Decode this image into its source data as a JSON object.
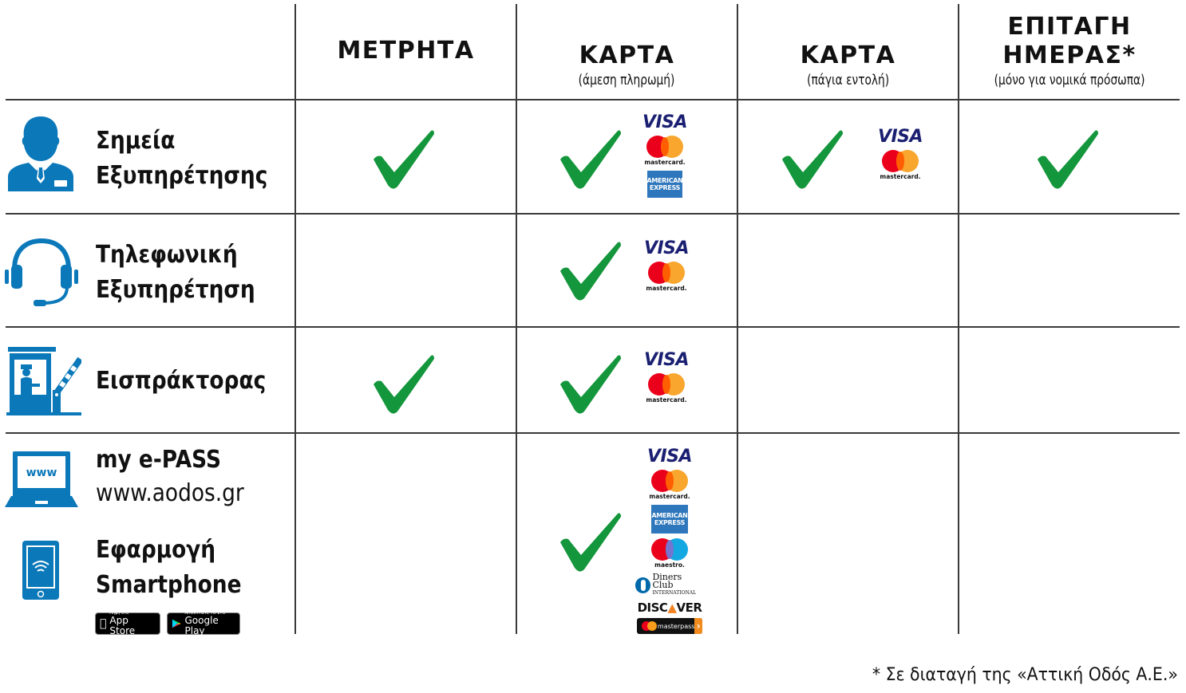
{
  "columns": [
    {
      "title": "ΜΕΤΡΗΤΑ",
      "subtitle": ""
    },
    {
      "title": "ΚΑΡΤΑ",
      "subtitle": "(άμεση πληρωμή)"
    },
    {
      "title": "ΚΑΡΤΑ",
      "subtitle": "(πάγια εντολή)"
    },
    {
      "title_line1": "ΕΠΙΤΑΓΗ",
      "title_line2": "ΗΜΕΡΑΣ*",
      "subtitle": "(μόνο για νομικά πρόσωπα)"
    }
  ],
  "rows": [
    {
      "label_line1": "Σημεία",
      "label_line2": "Εξυπηρέτησης",
      "icon": "customer-service-agent-icon",
      "cash": true,
      "card_direct": true,
      "card_standing": true,
      "day_check": true,
      "card_direct_logos": [
        "VISA",
        "mastercard",
        "AMERICAN EXPRESS"
      ],
      "card_standing_logos": [
        "VISA",
        "mastercard"
      ]
    },
    {
      "label_line1": "Τηλεφωνική",
      "label_line2": "Εξυπηρέτηση",
      "icon": "headset-icon",
      "cash": false,
      "card_direct": true,
      "card_standing": false,
      "day_check": false,
      "card_direct_logos": [
        "VISA",
        "mastercard"
      ]
    },
    {
      "label_line1": "Εισπράκτορας",
      "icon": "toll-booth-icon",
      "cash": true,
      "card_direct": true,
      "card_standing": false,
      "day_check": false,
      "card_direct_logos": [
        "VISA",
        "mastercard"
      ]
    },
    {
      "label_line1": "my e-PASS",
      "label_line2": "www.aodos.gr",
      "label_line3": "Εφαρμογή",
      "label_line4": "Smartphone",
      "icon": "laptop-www-icon",
      "icon2": "smartphone-icon",
      "cash": false,
      "card_direct": true,
      "card_standing": false,
      "day_check": false,
      "card_direct_logos": [
        "VISA",
        "mastercard",
        "AMERICAN EXPRESS",
        "maestro",
        "Diners Club INTERNATIONAL",
        "DISCOVER",
        "masterpass"
      ]
    }
  ],
  "logos": {
    "visa": "VISA",
    "mastercard": "mastercard.",
    "amex_line1": "AMERICAN",
    "amex_line2": "EXPRESS",
    "maestro": "maestro.",
    "diners_line1": "Diners Club",
    "diners_line2": "INTERNATIONAL",
    "discover_a": "DISC",
    "discover_b": "VER",
    "masterpass": "masterpass"
  },
  "stores": {
    "app_store_small": "Λήψη στο",
    "app_store_big": "App Store",
    "google_play_small": "ΑΠΟΚΤΗΣΤΕ ΤΟ ΣΤΟ",
    "google_play_big": "Google Play"
  },
  "www_text": "www",
  "footnote": "* Σε διαταγή της «Αττική Οδός Α.Ε.»",
  "colors": {
    "brand_blue": "#0a78b9",
    "check_green": "#14963c",
    "grid": "#3a3a3a"
  }
}
